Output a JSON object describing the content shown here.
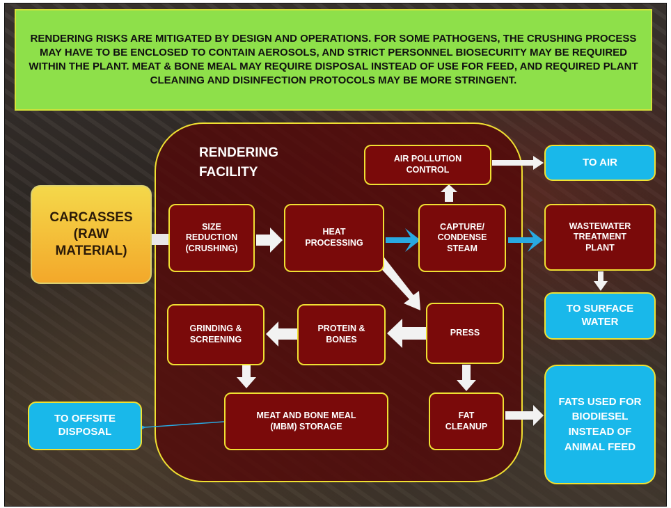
{
  "banner": {
    "text": "RENDERING RISKS ARE MITIGATED BY DESIGN AND OPERATIONS.  FOR SOME PATHOGENS, THE CRUSHING PROCESS MAY HAVE TO BE ENCLOSED TO CONTAIN AEROSOLS, AND STRICT PERSONNEL BIOSECURITY MAY BE REQUIRED WITHIN THE PLANT.  MEAT & BONE MEAL MAY REQUIRE DISPOSAL INSTEAD OF USE FOR FEED, AND REQUIRED PLANT CLEANING AND DISINFECTION PROTOCOLS MAY BE MORE STRINGENT."
  },
  "facility_label": "RENDERING FACILITY",
  "nodes": {
    "carcasses": "CARCASSES (RAW MATERIAL)",
    "size_reduction": "SIZE REDUCTION (CRUSHING)",
    "heat_processing": "HEAT PROCESSING",
    "capture_condense": "CAPTURE/ CONDENSE STEAM",
    "air_pollution_control": "AIR POLLUTION CONTROL",
    "to_air": "TO AIR",
    "wastewater_treatment": "WASTEWATER TREATMENT PLANT",
    "to_surface_water": "TO SURFACE WATER",
    "press": "PRESS",
    "protein_bones": "PROTEIN & BONES",
    "grinding_screening": "GRINDING & SCREENING",
    "mbm_storage": "MEAT AND BONE MEAL (MBM) STORAGE",
    "fat_cleanup": "FAT CLEANUP",
    "to_offsite_disposal": "TO OFFSITE DISPOSAL",
    "fats_biodiesel": "FATS USED FOR BIODIESEL INSTEAD OF ANIMAL FEED"
  },
  "colors": {
    "banner_green": "#8ee04a",
    "process_red": "#7a0a0a",
    "output_blue": "#19b8ea",
    "outline_yellow": "#f0e032",
    "carcass_gold": "#f3a82a",
    "steam_arrow_blue": "#29a9e1"
  }
}
